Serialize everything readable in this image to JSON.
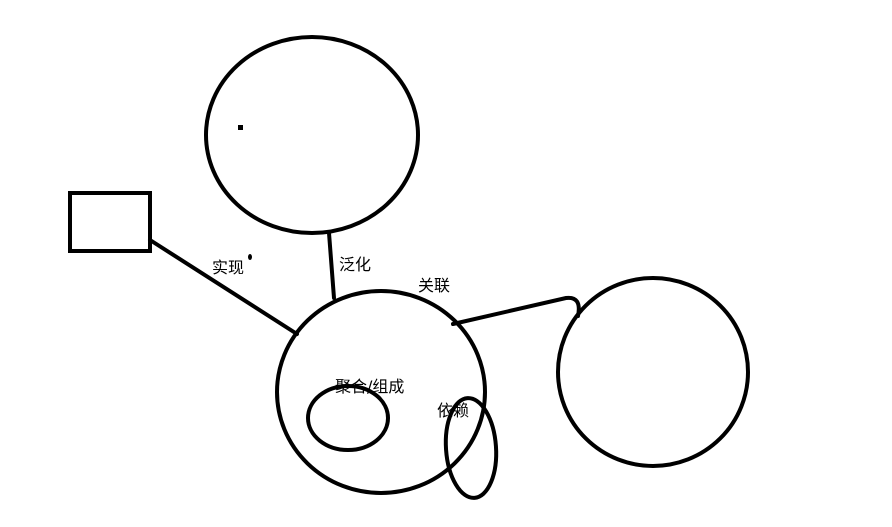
{
  "diagram": {
    "labels": {
      "realization": "实现",
      "generalization": "泛化",
      "association": "关联",
      "aggregation_composition": "聚合/组成",
      "dependency": "依赖"
    },
    "colors": {
      "stroke": "#000000",
      "background": "#ffffff"
    }
  }
}
